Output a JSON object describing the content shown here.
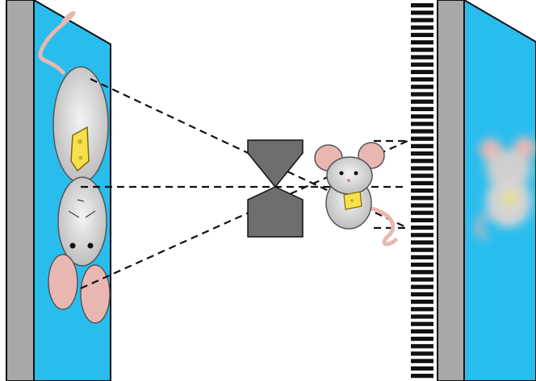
{
  "colors": {
    "screen_blue": "#29bdee",
    "frame_gray": "#a8a8a8",
    "pinhole_gray": "#6e6e6e",
    "mouse_fur": "#d9d9d9",
    "mouse_ear": "#e9b7b2",
    "cheese": "#f6e04b",
    "grating_black": "#111111",
    "projection_line": "#111111"
  },
  "figures": {
    "left_screen": {
      "content": "inverted-sharp-mouse-image",
      "icon": "mouse-icon"
    },
    "pinhole": {
      "shape": "double-trapezoid"
    },
    "subject": {
      "icon": "mouse-holding-cheese-icon"
    },
    "grating": {
      "style": "horizontal-bars"
    },
    "right_screen": {
      "content": "blurred-mouse-image",
      "icon": "mouse-icon"
    }
  }
}
